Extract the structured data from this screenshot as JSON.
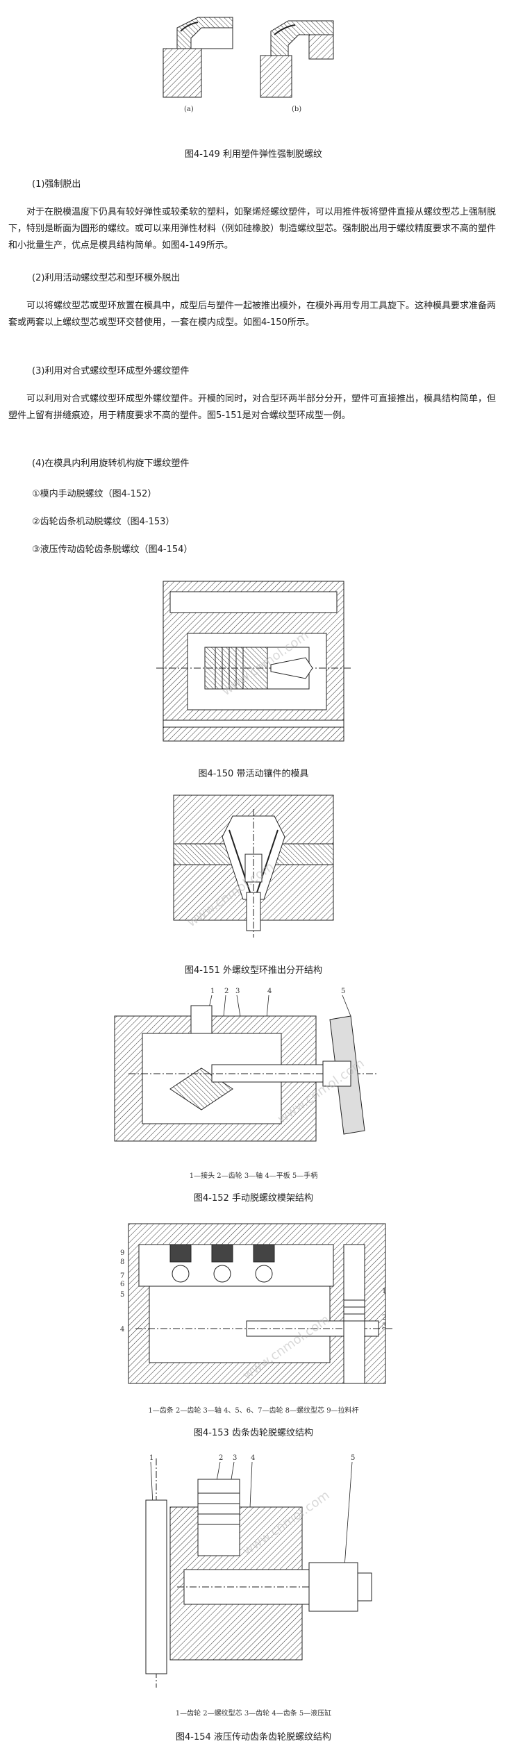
{
  "figures": {
    "f149": {
      "caption": "图4-149 利用塑件弹性强制脱螺纹",
      "sub_a": "(a)",
      "sub_b": "(b)"
    },
    "f150": {
      "caption": "图4-150 带活动镶件的模具"
    },
    "f151": {
      "caption": "图4-151 外螺纹型环推出分开结构"
    },
    "f152": {
      "caption": "图4-152 手动脱螺纹模架结构",
      "legend": "1—接头  2—齿轮  3—轴  4—平板  5—手柄",
      "numbers": [
        "1",
        "2",
        "3",
        "4",
        "5"
      ]
    },
    "f153": {
      "caption": "图4-153 齿条齿轮脱螺纹结构",
      "legend": "1—齿条  2—齿轮  3—轴  4、5、6、7—齿轮  8—螺纹型芯  9—拉料杆",
      "numbers": [
        "9",
        "8",
        "7",
        "6",
        "5",
        "4",
        "1",
        "2",
        "3"
      ]
    },
    "f154": {
      "caption": "图4-154 液压传动齿条齿轮脱螺纹结构",
      "legend": "1—齿轮  2—螺纹型芯  3—齿轮  4—齿条  5—液压缸",
      "numbers": [
        "1",
        "2",
        "3",
        "4",
        "5"
      ]
    }
  },
  "text": {
    "h1": "(1)强制脱出",
    "p1": "对于在脱模温度下仍具有较好弹性或较柔软的塑料，如聚烯烃螺纹塑件，可以用推件板将塑件直接从螺纹型芯上强制脱下，特别是断面为圆形的螺纹。或可以来用弹性材料（例如硅橡胶）制造螺纹型芯。强制脱出用于螺纹精度要求不高的塑件和小批量生产，优点是模具结构简单。如图4-149所示。",
    "h2": "(2)利用活动螺纹型芯和型环模外脱出",
    "p2": "可以将螺纹型芯或型环放置在模具中，成型后与塑件一起被推出模外，在模外再用专用工具旋下。这种模具要求准备两套或两套以上螺纹型芯或型环交替使用，一套在模内成型。如图4-150所示。",
    "h3": "(3)利用对合式螺纹型环成型外螺纹塑件",
    "p3": "可以利用对合式螺纹型环成型外螺纹塑件。开模的同时，对合型环两半部分分开，塑件可直接推出，模具结构简单，但塑件上留有拼缝痕迹，用于精度要求不高的塑件。图5-151是对合螺纹型环成型一例。",
    "h4": "(4)在模具内利用旋转机构旋下螺纹塑件",
    "i1": "①模内手动脱螺纹（图4-152）",
    "i2": "②齿轮齿条机动脱螺纹（图4-153）",
    "i3": "③液压传动齿轮齿条脱螺纹（图4-154）"
  }
}
